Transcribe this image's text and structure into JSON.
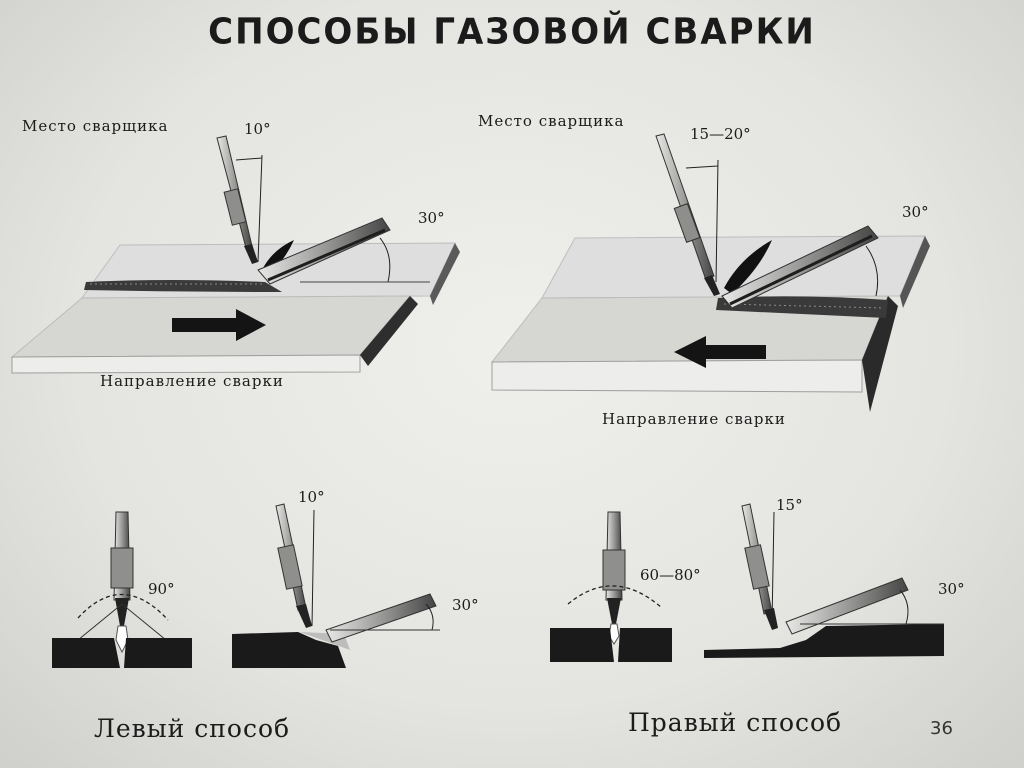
{
  "title": "СПОСОБЫ ГАЗОВОЙ СВАРКИ",
  "left_top": {
    "welder_place": "Место сварщика",
    "torch_angle": "10°",
    "rod_angle": "30°",
    "direction": "Направление сварки"
  },
  "right_top": {
    "welder_place": "Место сварщика",
    "torch_angle": "15—20°",
    "rod_angle": "30°",
    "direction": "Направление сварки"
  },
  "left_bottom": {
    "flame_angle": "90°",
    "torch_angle": "10°",
    "rod_angle": "30°",
    "caption": "Левый способ"
  },
  "right_bottom": {
    "flame_angle": "60—80°",
    "torch_angle": "15°",
    "rod_angle": "30°",
    "caption": "Правый способ"
  },
  "page_number": "36",
  "colors": {
    "ink": "#1b1b1b",
    "plate": "#dcdcd8",
    "steel": "#2a2a2a"
  }
}
